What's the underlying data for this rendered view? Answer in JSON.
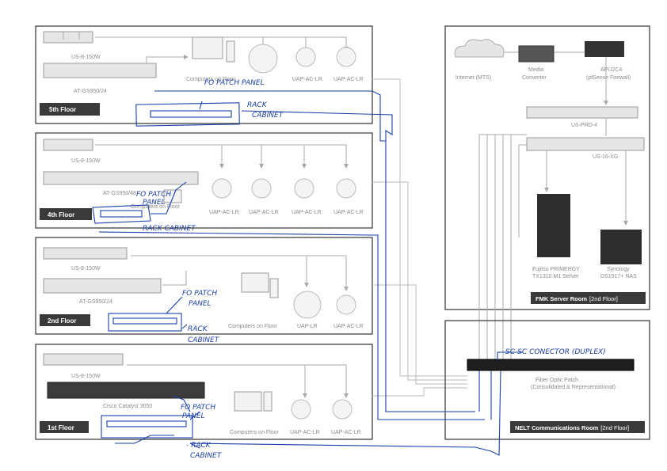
{
  "floors": {
    "f5": {
      "label": "5th Floor",
      "switch1": "US-8-150W",
      "switch2": "AT-GS950/24",
      "computers": "Computers on Floor",
      "ap1": "UAP-AC-LR",
      "ap2": "UAP-AC-LR"
    },
    "f4": {
      "label": "4th Floor",
      "switch1": "US-8-150W",
      "switch2": "AT-GS950/48",
      "computers": "Computers on Floor",
      "ap1": "UAP-AC-LR",
      "ap2": "UAP-AC-LR",
      "ap3": "UAP-AC-LR",
      "ap4": "UAP-AC-LR"
    },
    "f2": {
      "label": "2nd Floor",
      "switch1": "US-8-150W",
      "switch2": "AT-GS950/24",
      "computers": "Computers on Floor",
      "ap1": "UAP-LR",
      "ap2": "UAP-AC-LR"
    },
    "f1": {
      "label": "1st Floor",
      "switch1": "US-8-150W",
      "switch2": "Cisco Catalyst 3650",
      "computers": "Computers on Floor",
      "ap1": "UAP-AC-LR",
      "ap2": "UAP-AC-LR"
    }
  },
  "server_room": {
    "label": "FMK Server Room",
    "sub": "[2nd Floor]",
    "internet": "Internet (MTS)",
    "media_line1": "Media",
    "media_line2": "Converter",
    "apu_line1": "APU2C4",
    "apu_line2": "(pfSense Firewall)",
    "prd": "US-PRD-4",
    "xg": "US-16-XG",
    "server_line1": "Fujitsu PRIMERGY",
    "server_line2": "TX1310 M1 Server",
    "nas_line1": "Synology",
    "nas_line2": "DS1517+ NAS"
  },
  "comms_room": {
    "label": "NELT Communications Room",
    "sub": "[2nd Floor]",
    "patch_line1": "Fiber Optic Patch",
    "patch_line2": "(Consolidated & Representational)"
  },
  "annotations": {
    "fo5": "FO PATCH PANEL",
    "rack5_1": "RACK",
    "rack5_2": "CABINET",
    "fo4_1": "FO PATCH",
    "fo4_2": "PANEL",
    "rack4": "RACK CABINET",
    "fo2_1": "FO PATCH",
    "fo2_2": "PANEL",
    "rack2_1": "RACK",
    "rack2_2": "CABINET",
    "fo1_1": "FO PATCH",
    "fo1_2": "PANEL",
    "rack1_1": "- RACK",
    "rack1_2": "CABINET",
    "scsc": "SC-SC CONECTOR (DUPLEX)"
  },
  "colors": {
    "frame": "#333333",
    "ink": "#1a3fa8",
    "line": "#aaaaaa",
    "tag": "#3a3a3a"
  }
}
